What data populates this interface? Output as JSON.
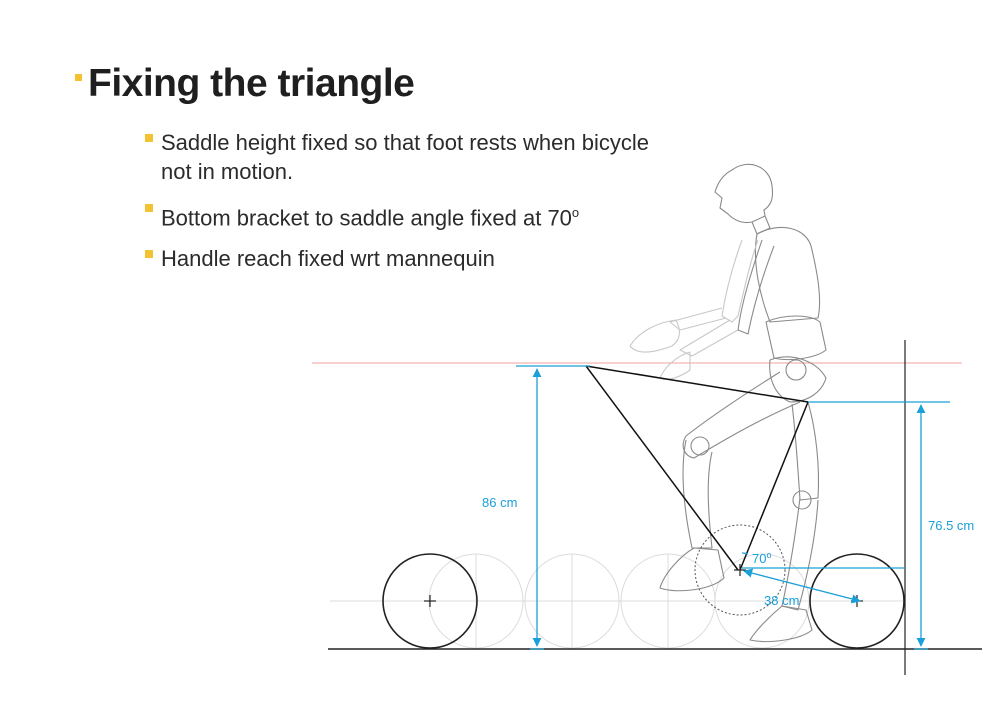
{
  "slide": {
    "title": "Fixing the triangle",
    "bullets": [
      {
        "text": "Saddle height fixed so that foot rests when bicycle not in motion.",
        "sup": ""
      },
      {
        "text": "Bottom bracket to saddle angle fixed at 70",
        "sup": "o"
      },
      {
        "text": "Handle reach fixed wrt mannequin",
        "sup": ""
      }
    ]
  },
  "diagram": {
    "labels": {
      "saddle_height": "86 cm",
      "handle_height": "76.5 cm",
      "angle": "70",
      "angle_sup": "o",
      "reach": "38 cm"
    },
    "colors": {
      "dimension": "#1aa0d8",
      "accent": "#f2c230",
      "reference_line": "#f2a0a0",
      "sketch": "#8a8a8a"
    }
  }
}
